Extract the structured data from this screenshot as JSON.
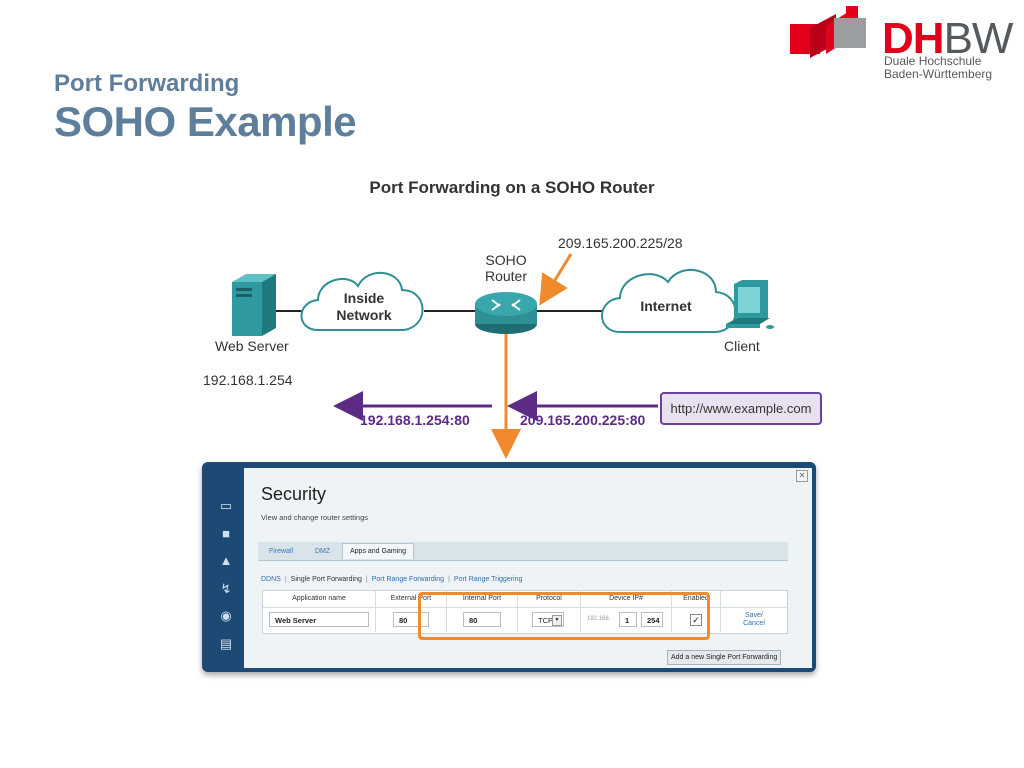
{
  "slide": {
    "subtitle": "Port Forwarding",
    "title": "SOHO Example"
  },
  "logo": {
    "brand_main": "DH",
    "brand_accent": "BW",
    "line1": "Duale Hochschule",
    "line2": "Baden-Württemberg"
  },
  "diagram": {
    "title": "Port Forwarding on a SOHO Router",
    "public_subnet": "209.165.200.225/28",
    "router_label_1": "SOHO",
    "router_label_2": "Router",
    "inside_cloud_1": "Inside",
    "inside_cloud_2": "Network",
    "internet_cloud": "Internet",
    "web_server_label": "Web Server",
    "client_label": "Client",
    "server_ip": "192.168.1.254",
    "inside_socket": "192.168.1.254:80",
    "outside_socket": "209.165.200.225:80",
    "url": "http://www.example.com"
  },
  "router_ui": {
    "title": "Security",
    "description": "View and change router settings",
    "tabs": [
      "Firewall",
      "DMZ",
      "Apps and Gaming"
    ],
    "subnav": [
      "DDNS",
      "Single Port Forwarding",
      "Port Range Forwarding",
      "Port Range Triggering"
    ],
    "columns": [
      "Application name",
      "External Port",
      "Internal Port",
      "Protocol",
      "Device IP#",
      "Enabled"
    ],
    "row": {
      "application": "Web Server",
      "external_port": "80",
      "internal_port": "80",
      "protocol": "TCP",
      "ip_prefix": "192.168.",
      "ip_third": "1",
      "ip_fourth": "254",
      "save": "Save/",
      "cancel": "Cancel"
    },
    "add_button": "Add a new Single Port Forwarding"
  },
  "colors": {
    "title": "#5d7f9c",
    "arrow_orange": "#f08a2c",
    "arrow_purple": "#5b2b86",
    "router_teal": "#2e8f95",
    "logo_red": "#e2001a"
  },
  "icons": [
    "web-server-icon",
    "client-computer-icon",
    "router-icon",
    "cloud-icon",
    "close-icon",
    "checkbox-icon",
    "dropdown-icon"
  ]
}
